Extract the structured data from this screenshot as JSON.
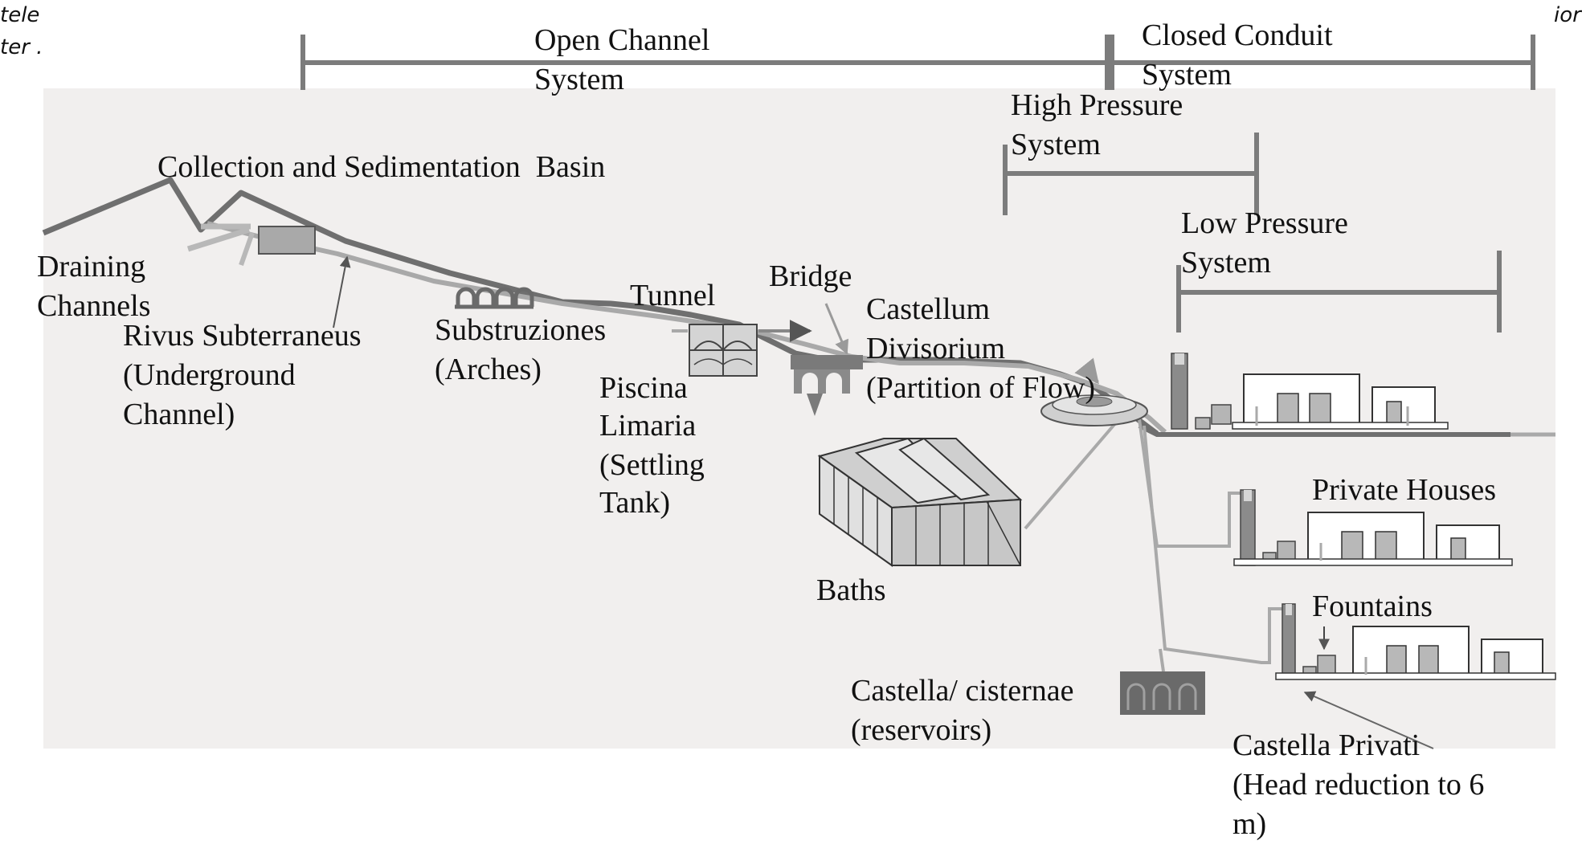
{
  "edge_fragments": [
    "tele",
    "ter .",
    "ior"
  ],
  "labels": {
    "open_channel": [
      "Open Channel",
      "System"
    ],
    "closed_conduit": [
      "Closed Conduit",
      "System"
    ],
    "high_pressure": [
      "High Pressure",
      "System"
    ],
    "low_pressure": [
      "Low Pressure",
      "System"
    ],
    "collection_basin": "Collection and Sedimentation  Basin",
    "draining_channels": [
      "Draining",
      "Channels"
    ],
    "rivus": [
      "Rivus Subterraneus",
      "(Underground",
      "Channel)"
    ],
    "substruzione": [
      "Substruziones",
      "(Arches)"
    ],
    "tunnel": "Tunnel",
    "bridge": "Bridge",
    "castellum": [
      "Castellum",
      "Divisorium",
      "(Partition of Flow)"
    ],
    "piscina": [
      "Piscina",
      "Limaria",
      "(Settling",
      "Tank)"
    ],
    "baths": "Baths",
    "private_houses": "Private Houses",
    "fountains": "Fountains",
    "castella_cisternae": [
      "Castella/ cisternae",
      "(reservoirs)"
    ],
    "castella_privati": [
      "Castella Privati",
      "(Head reduction to 6",
      "m)"
    ]
  },
  "colors": {
    "background_panel": "#f1efee",
    "terrain_dark": "#6f6f6f",
    "conduit_light": "#a9a9a9",
    "bracket": "#7c7c7c",
    "text": "#111111"
  }
}
